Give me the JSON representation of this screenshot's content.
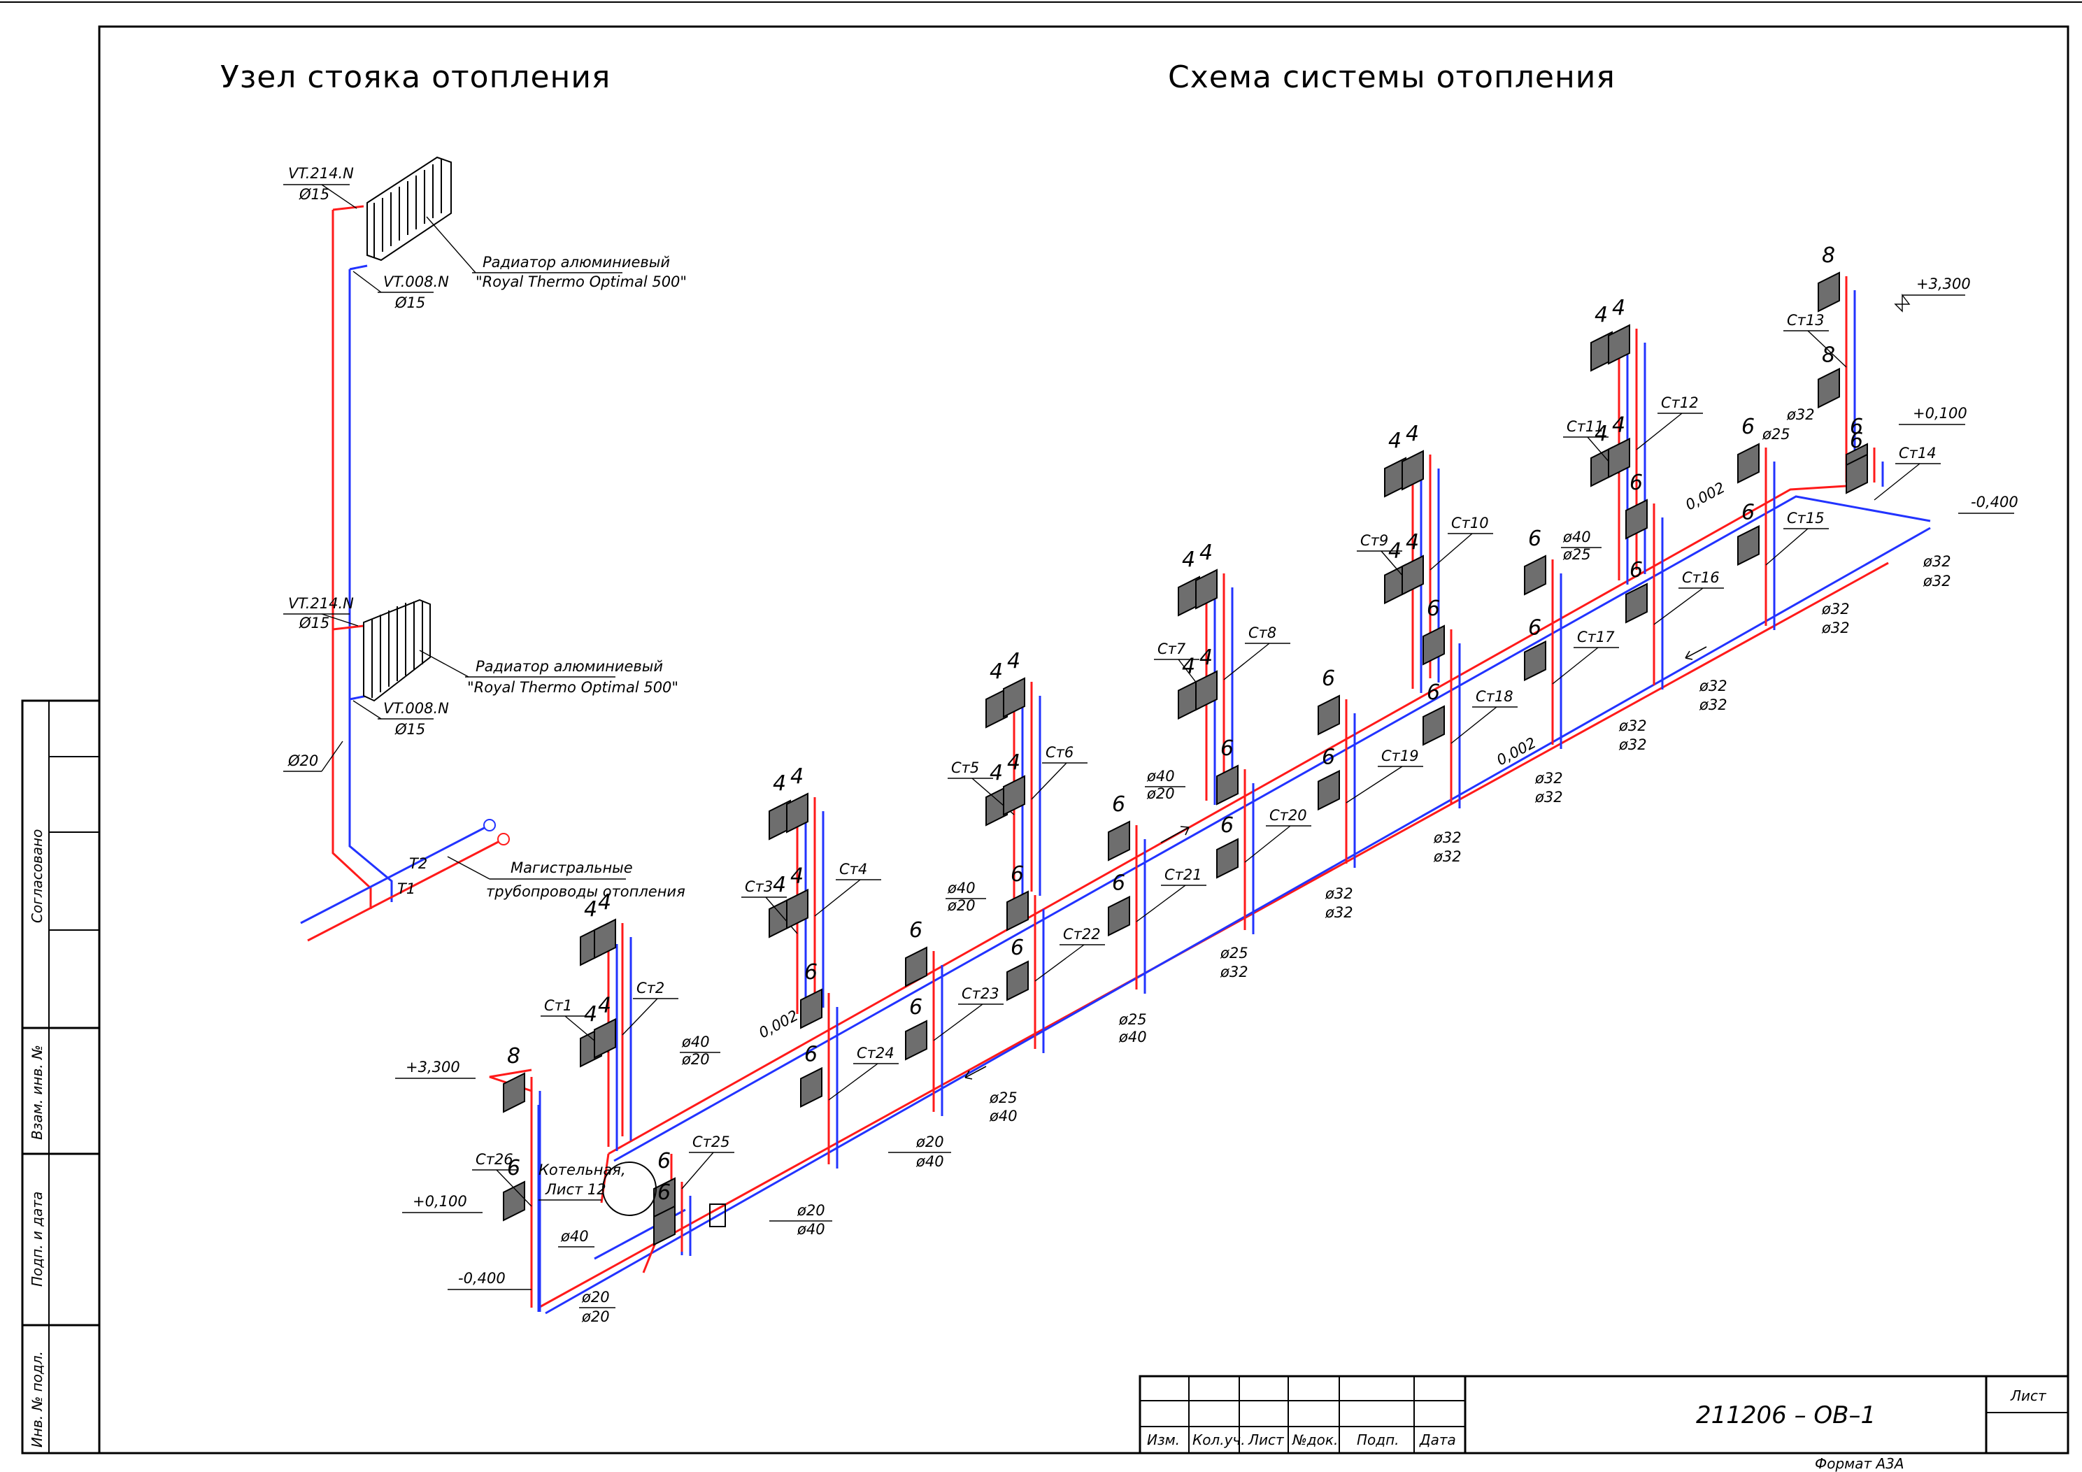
{
  "titles": {
    "riser_node": "Узел стояка отопления",
    "system_scheme": "Схема системы отопления"
  },
  "riser_node": {
    "valve_top_supply": "VT.214.N",
    "valve_top_supply_dia": "Ø15",
    "valve_top_return": "VT.008.N",
    "valve_top_return_dia": "Ø15",
    "radiator_top_line1": "Радиатор алюминиевый",
    "radiator_top_line2": "\"Royal Thermo Optimal 500\"",
    "valve_bottom_supply": "VT.214.N",
    "valve_bottom_supply_dia": "Ø15",
    "valve_bottom_return": "VT.008.N",
    "valve_bottom_return_dia": "Ø15",
    "radiator_bottom_line1": "Радиатор алюминиевый",
    "radiator_bottom_line2": "\"Royal Thermo Optimal 500\"",
    "riser_dia": "Ø20",
    "t2": "T2",
    "t1": "T1",
    "mains_line1": "Магистральные",
    "mains_line2": "трубопроводы отопления"
  },
  "risers": [
    "Ст1",
    "Ст2",
    "Ст3",
    "Ст4",
    "Ст5",
    "Ст6",
    "Ст7",
    "Ст8",
    "Ст9",
    "Ст10",
    "Ст11",
    "Ст12",
    "Ст13",
    "Ст14",
    "Ст15",
    "Ст16",
    "Ст17",
    "Ст18",
    "Ст19",
    "Ст20",
    "Ст21",
    "Ст22",
    "Ст23",
    "Ст24",
    "Ст25",
    "Ст26"
  ],
  "radiator_sections": [
    "4",
    "6",
    "8"
  ],
  "diameters": [
    "ø40",
    "ø20",
    "ø32",
    "ø25",
    "ø20",
    "ø40",
    "ø32",
    "ø32"
  ],
  "slope": "0,002",
  "elevations": {
    "top_right": "+3,300",
    "mid_right": "+0,100",
    "low_right": "-0,400",
    "top_left": "+3,300",
    "mid_left": "+0,100",
    "low_left": "-0,400"
  },
  "boiler_line1": "Котельная,",
  "boiler_line2": "Лист 12",
  "side_stamp": {
    "agreed": "Согласовано",
    "inv_no_replace": "Взам. инв. №",
    "sign_date": "Подп. и дата",
    "inv_no_orig": "Инв. № подл."
  },
  "title_block": {
    "col_izm": "Изм.",
    "col_kol": "Кол.уч.",
    "col_list": "Лист",
    "col_doc": "№док.",
    "col_podp": "Подп.",
    "col_date": "Дата",
    "code": "211206 – ОВ–1",
    "sheet_label": "Лист",
    "format": "Формат А3А"
  },
  "colors": {
    "supply": "#ff1a1a",
    "return": "#2233ff",
    "radiator": "#6e6e6e",
    "frame": "#000000"
  }
}
